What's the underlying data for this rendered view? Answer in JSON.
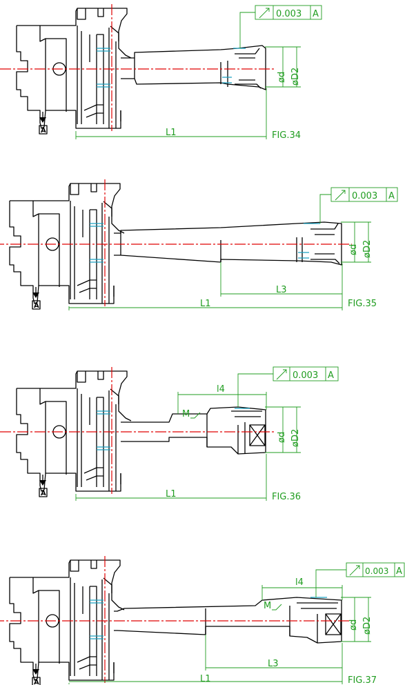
{
  "colors": {
    "outline": "#000000",
    "dimension": "#1f9c1f",
    "centerline": "#e00000",
    "thread": "#1aa0c0"
  },
  "datum": "A",
  "tolerance": {
    "symbol": "runout-arrow-icon",
    "value": "0.003",
    "datum": "A"
  },
  "figures": [
    {
      "id": "FIG.34",
      "labels": {
        "fig": "FIG.34",
        "L1": "L1",
        "d": "ød",
        "D2": "øD2"
      },
      "tolerance": {
        "value": "0.003",
        "datum": "A"
      },
      "datum": "A"
    },
    {
      "id": "FIG.35",
      "labels": {
        "fig": "FIG.35",
        "L1": "L1",
        "L3": "L3",
        "d": "ød",
        "D2": "øD2"
      },
      "tolerance": {
        "value": "0.003",
        "datum": "A"
      },
      "datum": "A"
    },
    {
      "id": "FIG.36",
      "labels": {
        "fig": "FIG.36",
        "L1": "L1",
        "l4": "l4",
        "M": "M",
        "d": "ød",
        "D2": "øD2"
      },
      "tolerance": {
        "value": "0.003",
        "datum": "A"
      },
      "datum": "A"
    },
    {
      "id": "FIG.37",
      "labels": {
        "fig": "FIG.37",
        "L1": "L1",
        "L3": "L3",
        "l4": "l4",
        "M": "M",
        "d": "ød",
        "D2": "øD2"
      },
      "tolerance": {
        "value": "0.003",
        "datum": "A"
      },
      "datum": "A"
    }
  ]
}
